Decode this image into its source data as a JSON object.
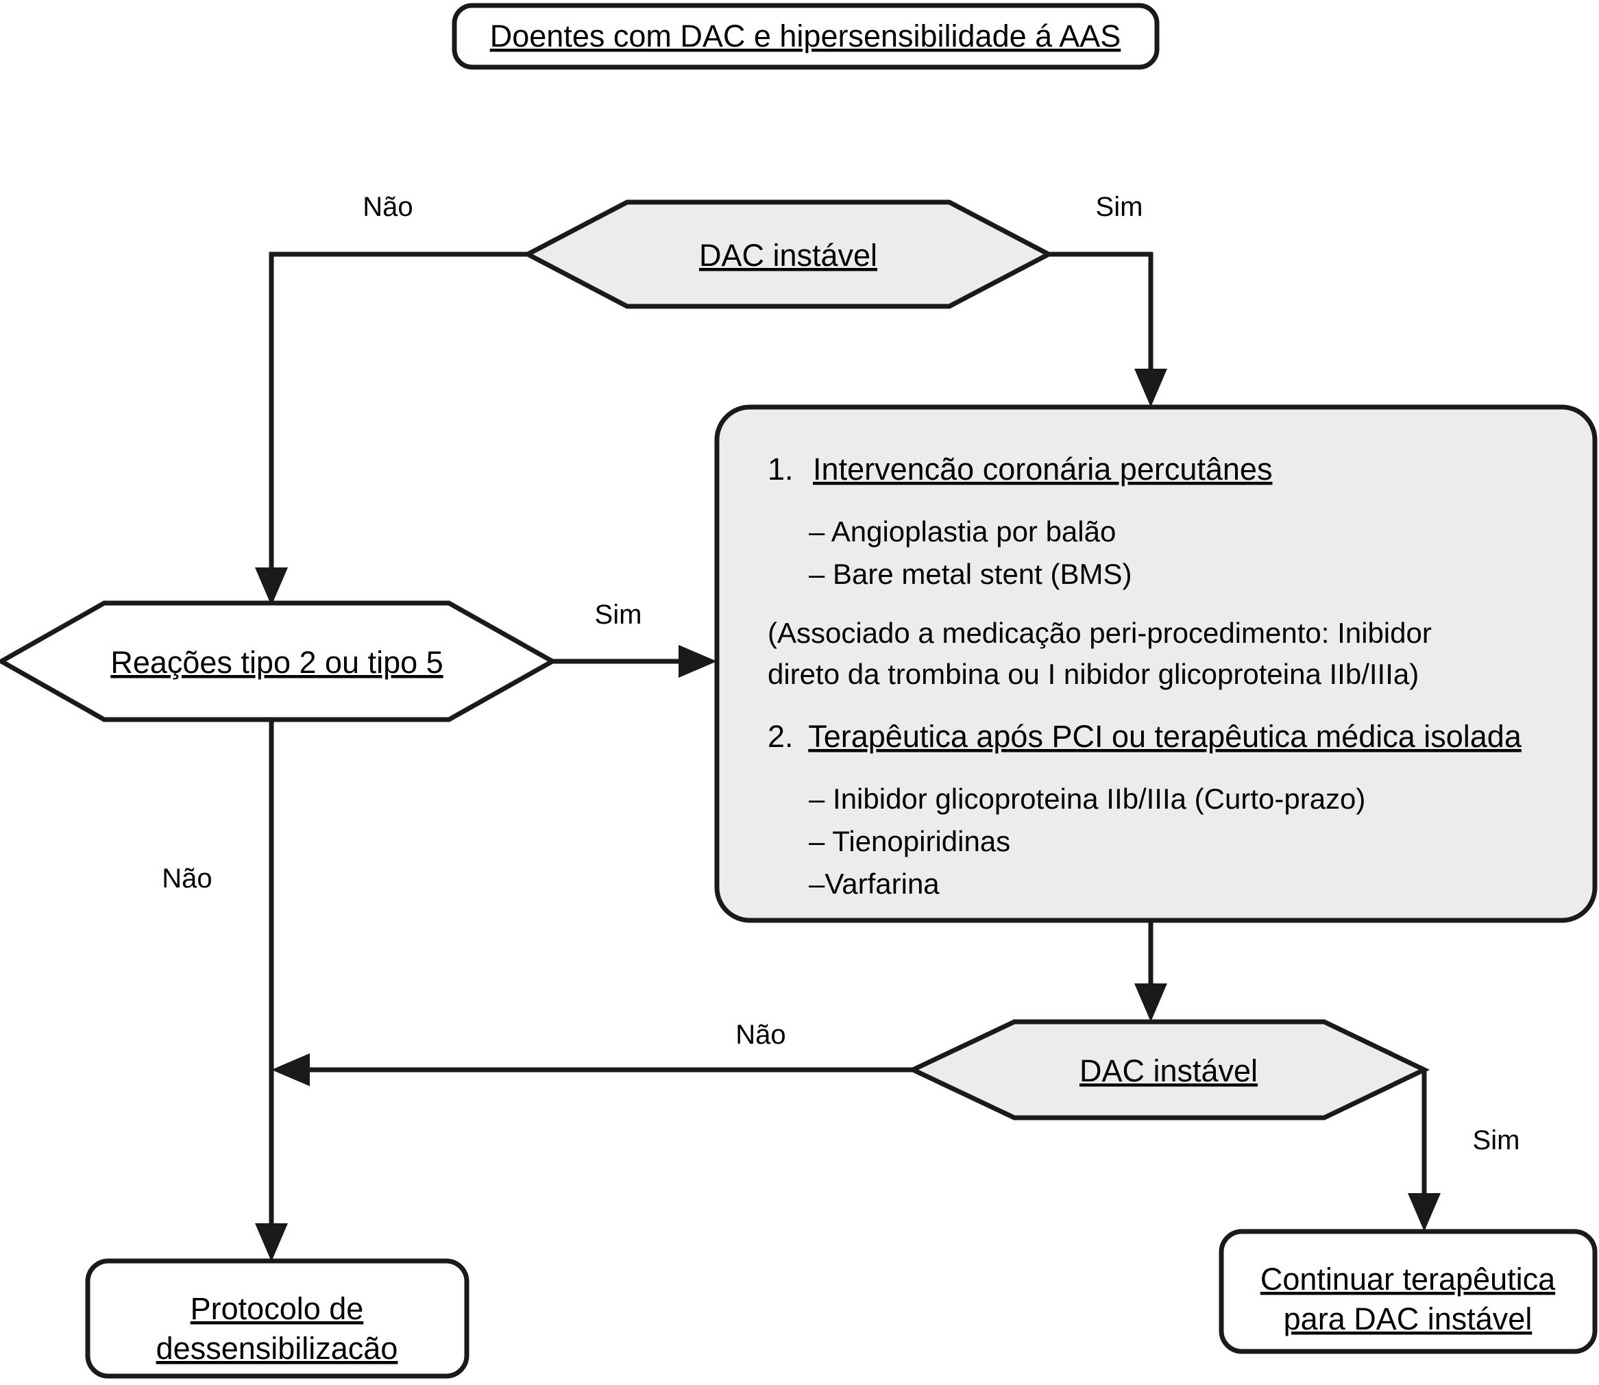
{
  "diagram": {
    "title_box": {
      "label": "Doentes com DAC e hipersensibilidade á AAS"
    },
    "decision_top": {
      "label": "DAC instável"
    },
    "decision_left": {
      "label": "Reações tipo 2 ou tipo 5"
    },
    "decision_bottom": {
      "label": "DAC instável"
    },
    "terminal_left": {
      "line1": "Protocolo de",
      "line2": "dessensibilizacão"
    },
    "terminal_right": {
      "line1": "Continuar terapêutica",
      "line2": "para DAC instável"
    },
    "treatment_panel": {
      "section1": {
        "number": "1.",
        "heading": "Intervencão coronária percutânes",
        "bullets": [
          "– Angioplastia por balão",
          "– Bare metal stent (BMS)"
        ],
        "note_line1": "(Associado a medicação peri-procedimento: Inibidor",
        "note_line2": "direto da trombina ou I nibidor glicoproteina IIb/IIIa)"
      },
      "section2": {
        "number": "2.",
        "heading": "Terapêutica após PCI ou terapêutica médica isolada",
        "bullets": [
          "– Inibidor glicoproteina IIb/IIIa (Curto-prazo)",
          "– Tienopiridinas",
          "–Varfarina"
        ]
      }
    },
    "edges": {
      "top_no": "Não",
      "top_yes": "Sim",
      "left_yes": "Sim",
      "left_no": "Não",
      "bottom_no": "Não",
      "bottom_yes": "Sim"
    },
    "colors": {
      "stroke": "#1a1a1a",
      "shape_fill": "#ececec",
      "plain_fill": "#ffffff",
      "text": "#000000"
    }
  }
}
